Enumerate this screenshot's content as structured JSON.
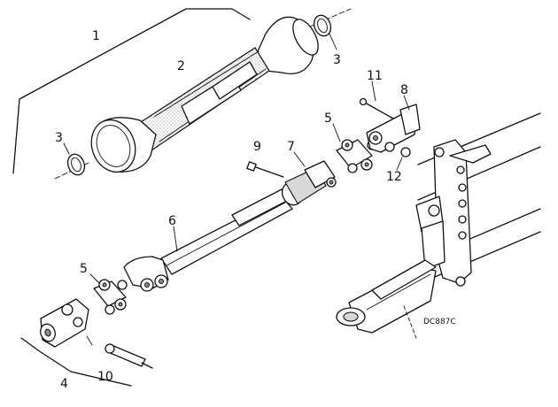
{
  "diagram": {
    "callouts": {
      "c1": "1",
      "c2": "2",
      "c3a": "3",
      "c3b": "3",
      "c4": "4",
      "c5a": "5",
      "c5b": "5",
      "c6": "6",
      "c7": "7",
      "c8": "8",
      "c9": "9",
      "c10": "10",
      "c11": "11",
      "c12": "12"
    },
    "drawing_code": "DC887C"
  }
}
